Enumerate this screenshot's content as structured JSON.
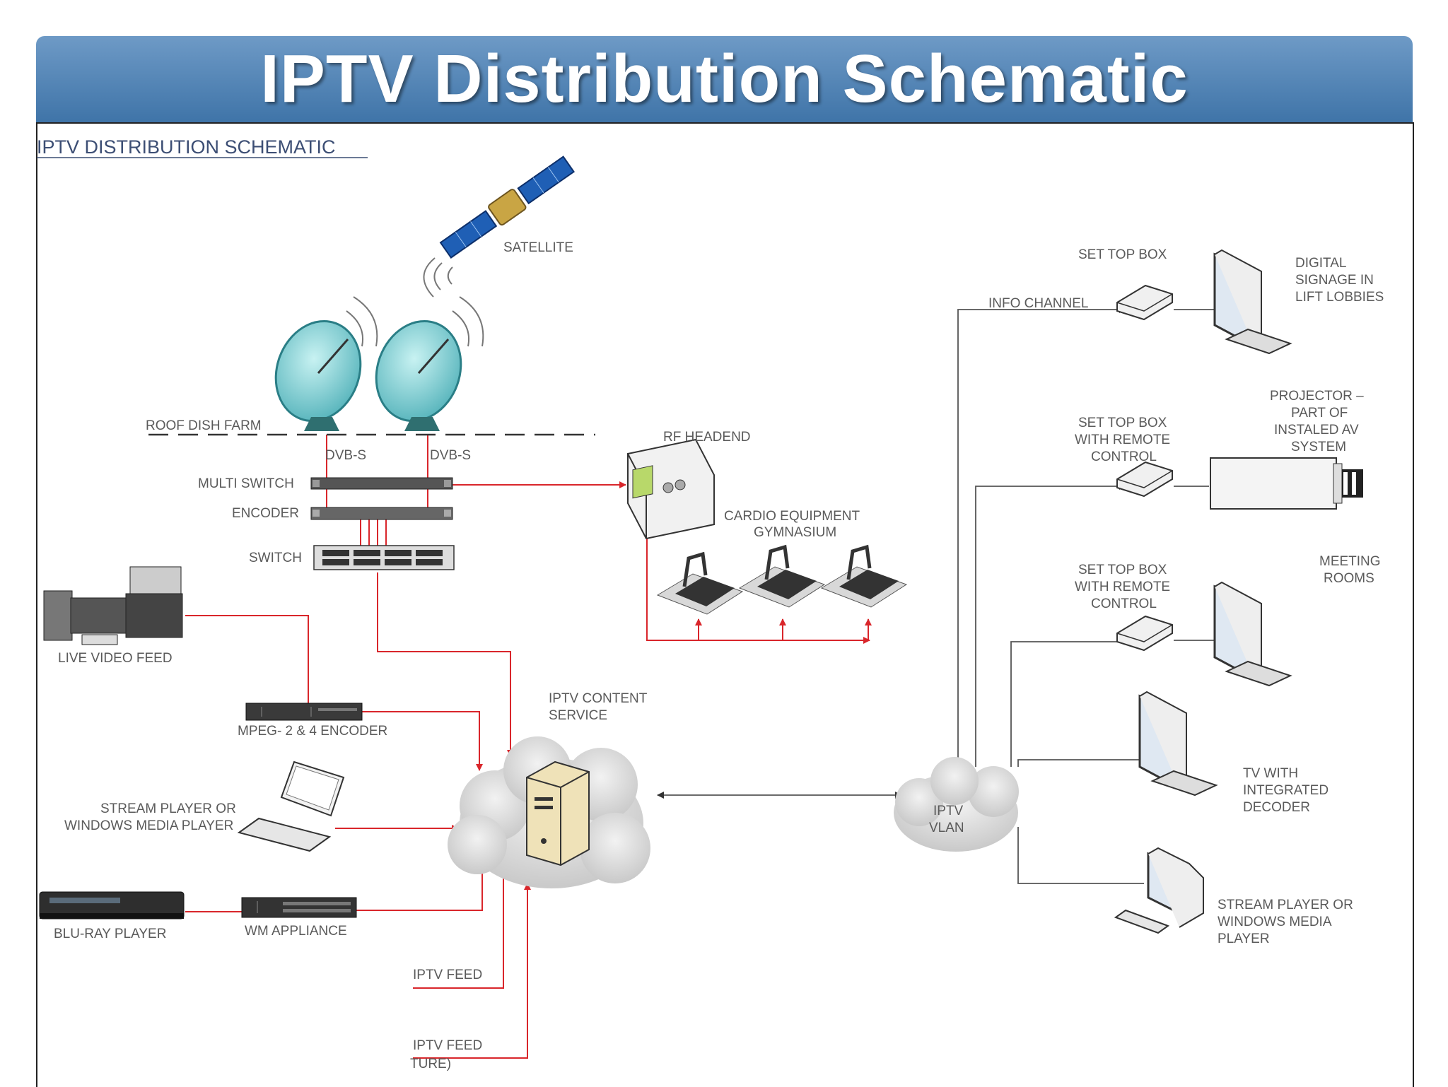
{
  "header": {
    "title": "IPTV Distribution Schematic"
  },
  "diagram": {
    "subtitle": "IPTV DISTRIBUTION SCHEMATIC",
    "labels": {
      "satellite": "SATELLITE",
      "roof_dish_farm": "ROOF DISH FARM",
      "dvb_s_1": "DVB-S",
      "dvb_s_2": "DVB-S",
      "multi_switch": "MULTI SWITCH",
      "encoder": "ENCODER",
      "switch": "SWITCH",
      "rf_headend": "RF HEADEND",
      "cardio_1": "CARDIO EQUIPMENT",
      "cardio_2": "GYMNASIUM",
      "live_video_feed": "LIVE VIDEO FEED",
      "mpeg_encoder": "MPEG- 2 & 4 ENCODER",
      "stream_player_left_1": "STREAM PLAYER OR",
      "stream_player_left_2": "WINDOWS MEDIA PLAYER",
      "blu_ray": "BLU-RAY PLAYER",
      "wm_appliance": "WM APPLIANCE",
      "iptv_feed_1": "IPTV FEED",
      "iptv_feed_2": "IPTV FEED",
      "feed_future": "TURE)",
      "content_service_1": "IPTV  CONTENT",
      "content_service_2": "SERVICE",
      "iptv_vlan_1": "IPTV",
      "iptv_vlan_2": "VLAN",
      "info_channel": "INFO CHANNEL",
      "stb_1": "SET TOP BOX",
      "digital_signage_1": "DIGITAL",
      "digital_signage_2": "SIGNAGE IN",
      "digital_signage_3": "LIFT LOBBIES",
      "stb_remote_a_1": "SET TOP BOX",
      "stb_remote_a_2": "WITH REMOTE",
      "stb_remote_a_3": "CONTROL",
      "projector_1": "PROJECTOR –",
      "projector_2": "PART OF",
      "projector_3": "INSTALED AV",
      "projector_4": "SYSTEM",
      "stb_remote_b_1": "SET TOP BOX",
      "stb_remote_b_2": "WITH REMOTE",
      "stb_remote_b_3": "CONTROL",
      "meeting_rooms_1": "MEETING",
      "meeting_rooms_2": "ROOMS",
      "tv_decoder_1": "TV WITH",
      "tv_decoder_2": "INTEGRATED",
      "tv_decoder_3": "DECODER",
      "stream_player_right_1": "STREAM PLAYER OR",
      "stream_player_right_2": "WINDOWS MEDIA",
      "stream_player_right_3": "PLAYER"
    },
    "colors": {
      "link": "#d9262b",
      "line": "#555555",
      "header": "#4b7fb3"
    }
  }
}
